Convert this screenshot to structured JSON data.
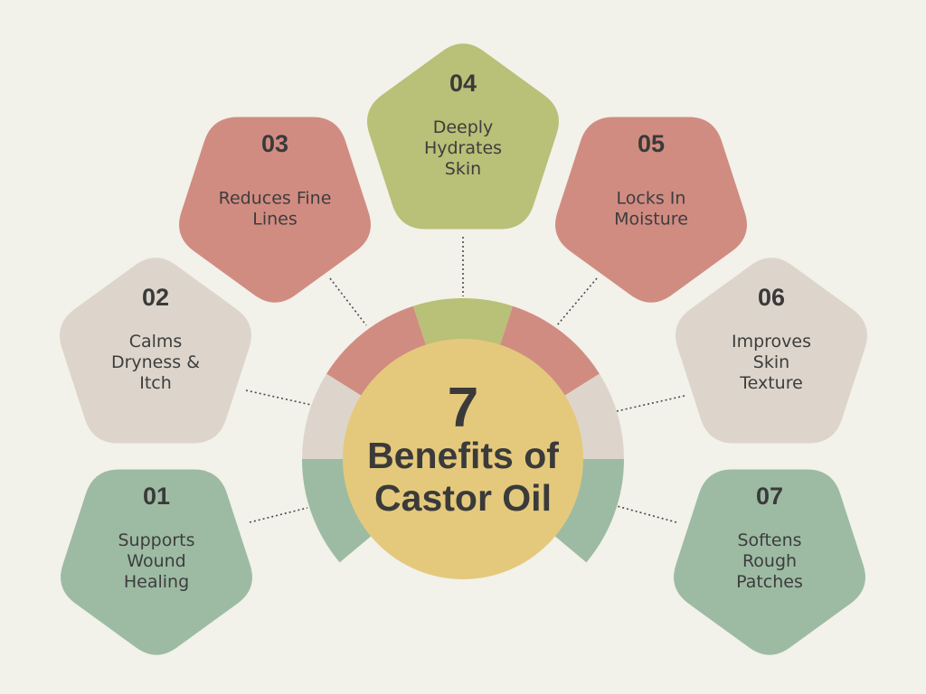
{
  "center": {
    "number": "7",
    "title_line1": "Benefits of",
    "title_line2": "Castor Oil"
  },
  "benefits": [
    {
      "number": "01",
      "label": [
        "Supports",
        "Wound",
        "Healing"
      ],
      "color": "#9dbba3"
    },
    {
      "number": "02",
      "label": [
        "Calms",
        "Dryness &",
        "Itch"
      ],
      "color": "#ddd5cb"
    },
    {
      "number": "03",
      "label": [
        "Reduces Fine",
        "Lines"
      ],
      "color": "#d18c82"
    },
    {
      "number": "04",
      "label": [
        "Deeply",
        "Hydrates",
        "Skin"
      ],
      "color": "#b9c077"
    },
    {
      "number": "05",
      "label": [
        "Locks In",
        "Moisture"
      ],
      "color": "#d18c82"
    },
    {
      "number": "06",
      "label": [
        "Improves",
        "Skin",
        "Texture"
      ],
      "color": "#ddd5cb"
    },
    {
      "number": "07",
      "label": [
        "Softens",
        "Rough",
        "Patches"
      ],
      "color": "#9dbba3"
    }
  ],
  "colors": {
    "background": "#f2f1ea",
    "center_circle": "#e4c97c",
    "text": "#3a3a3a",
    "green": "#9dbba3",
    "beige": "#ddd5cb",
    "rose": "#d18c82",
    "olive": "#b9c077"
  }
}
